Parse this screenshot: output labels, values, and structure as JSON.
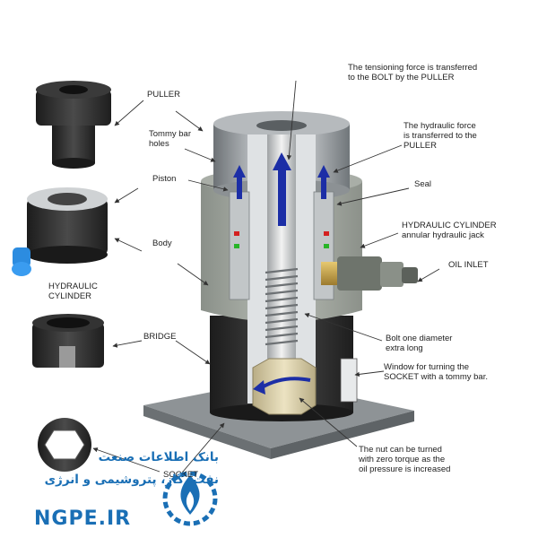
{
  "labels": {
    "tension": [
      "The tensioning force is transferred",
      "to the BOLT by the PULLER"
    ],
    "puller": [
      "PULLER"
    ],
    "tommy": [
      "Tommy bar",
      "holes"
    ],
    "hyd_force": [
      "The hydraulic force",
      "is transferred to the",
      "PULLER"
    ],
    "piston": [
      "Piston"
    ],
    "seal": [
      "Seal"
    ],
    "hyd_cyl_right": [
      "HYDRAULIC CYLINDER",
      "annular hydraulic jack"
    ],
    "body": [
      "Body"
    ],
    "oil_inlet": [
      "OIL INLET"
    ],
    "hyd_cyl_left": [
      "HYDRAULIC",
      "CYLINDER"
    ],
    "bolt": [
      "Bolt one diameter",
      "extra long"
    ],
    "bridge": [
      "BRIDGE"
    ],
    "window": [
      "Window for turning the",
      "SOCKET  with a tommy bar."
    ],
    "nut": [
      "The nut can be turned",
      "with zero torque as the",
      "oil pressure is increased"
    ],
    "socket": [
      "SOCKET"
    ]
  },
  "watermark": {
    "line1": "بانک اطلاعات صنعت",
    "line2": "نفت، گاز، پتروشیمی و انرژی",
    "brand": "NGPE.IR",
    "logo_icon": "flame-gear-icon"
  },
  "colors": {
    "arrow_blue": "#1c2ea6",
    "label_text": "#222222",
    "watermark_blue": "#1a6fb5",
    "seal_red": "#d42020",
    "seal_green": "#28b428",
    "brass": "#c8a24a"
  }
}
